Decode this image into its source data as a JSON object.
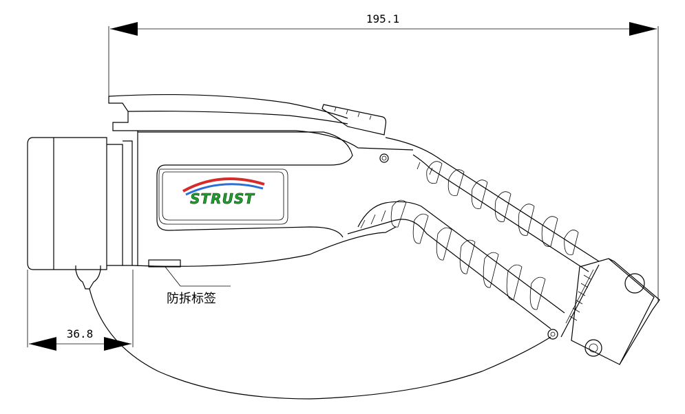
{
  "dimensions": {
    "overall_length": "195.1",
    "head_depth": "36.8"
  },
  "callouts": {
    "label_tag": "防拆标签"
  },
  "logo": {
    "text": "STRUST",
    "text_color": "#1f9e2f",
    "arc_colors": [
      "#d62b2b",
      "#2b6fd6"
    ]
  },
  "colors": {
    "line": "#000000",
    "background": "#ffffff"
  }
}
